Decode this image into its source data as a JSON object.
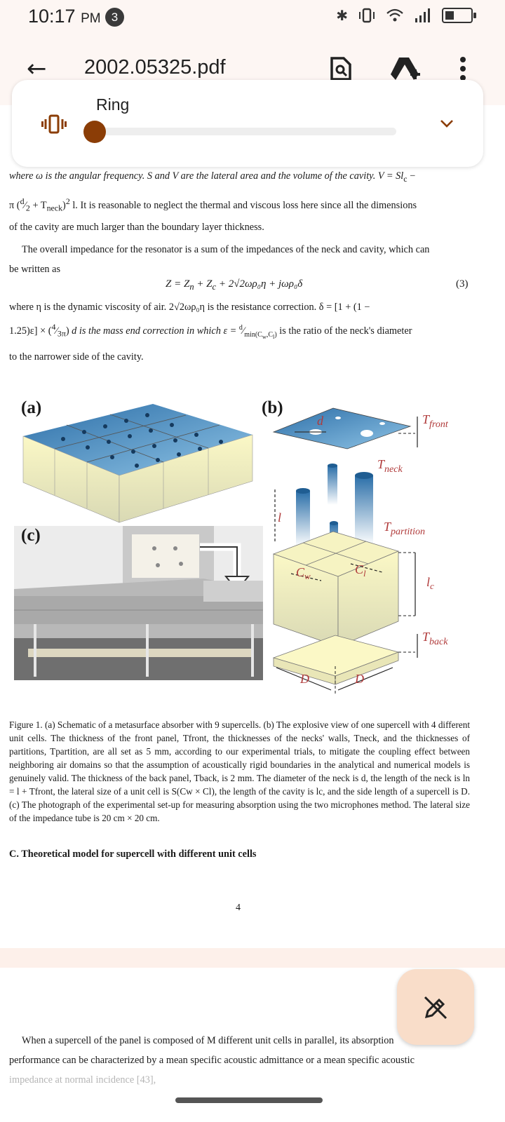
{
  "status_bar": {
    "time": "10:17",
    "ampm": "PM",
    "notification_count": "3",
    "icons": [
      "bluetooth-icon",
      "vibrate-icon",
      "wifi-icon",
      "signal-icon",
      "battery-icon"
    ]
  },
  "toolbar": {
    "file_name": "2002.05325.pdf",
    "icons": [
      "back-arrow-icon",
      "search-in-file-icon",
      "drive-add-icon",
      "more-vert-icon"
    ]
  },
  "ring_popup": {
    "title": "Ring",
    "volume_level": 0.0,
    "accent_color": "#8b3d06"
  },
  "document": {
    "para1_line1": "where ω is the angular frequency. S and V are the lateral area and the volume of the cavity. V = Sl",
    "para1_line1_sub": "c",
    "para1_line1_end": " −",
    "para1_line2_pre": "π",
    "para1_line2_frac_num": "d",
    "para1_line2_frac_den": "2",
    "para1_line2_term": "+ T",
    "para1_line2_term_sub": "neck",
    "para1_line2_sq": "2",
    "para1_line2_rest": " l. It is reasonable to neglect the thermal and viscous loss here since all the dimensions",
    "para1_line3": "of the cavity are much larger than the boundary layer thickness.",
    "para2_line1": "The overall impedance for the resonator is a sum of the impedances of the neck and cavity, which can",
    "para2_line2": "be written as",
    "equation": "Z = Z",
    "equation_sub_n": "n",
    "equation_mid": " + Z",
    "equation_sub_c": "c",
    "equation_rest": " + 2√2ωρ₀η + jωρ₀δ",
    "equation_number": "(3)",
    "para3_line1_a": "where η is the dynamic viscosity of air. 2√2ωρ₀η",
    "para3_line1_b": " is the resistance correction. δ = [1 + (1 −",
    "para3_line2_a": "1.25)ε] ×",
    "para3_line2_frac_num": "4",
    "para3_line2_frac_den": "3π",
    "para3_line2_b": " d is the mass end correction in which ε =",
    "para3_eps_num": "d",
    "para3_eps_den": "min(C",
    "para3_eps_den_w": "w",
    "para3_eps_den_mid": ",C",
    "para3_eps_den_l": "l",
    "para3_eps_den_end": ")",
    "para3_line2_c": " is the ratio of the neck's diameter",
    "para3_line3": "to the narrower side of the cavity."
  },
  "figure": {
    "panel_a": "(a)",
    "panel_b": "(b)",
    "panel_c": "(c)",
    "label_d": "d",
    "label_t_front": "T",
    "label_t_front_sub": "front",
    "label_t_neck": "T",
    "label_t_neck_sub": "neck",
    "label_t_partition": "T",
    "label_t_partition_sub": "partition",
    "label_l": "l",
    "label_cw": "C",
    "label_cw_sub": "w",
    "label_cl": "C",
    "label_cl_sub": "l",
    "label_lc": "l",
    "label_lc_sub": "c",
    "label_t_back": "T",
    "label_t_back_sub": "back",
    "label_D1": "D",
    "label_D2": "D",
    "cavity_color": "#f3f1b6",
    "panel_color": "#3c7fb5"
  },
  "caption": {
    "text": "Figure 1. (a) Schematic of a metasurface absorber with 9 supercells. (b) The explosive view of one supercell with 4 different unit cells. The thickness of the front panel, Tfront, the thicknesses of the necks' walls, Tneck, and the thicknesses of partitions, Tpartition, are all set as 5 mm, according to our experimental trials, to mitigate the coupling effect between neighboring air domains so that the assumption of acoustically rigid boundaries in the analytical and numerical models is genuinely valid. The thickness of the back panel, Tback, is 2 mm. The diameter of the neck is d, the length of the neck is ln = l + Tfront, the lateral size of a unit cell is S(Cw × Cl), the length of the cavity is lc, and the side length of a supercell is D. (c) The photograph of the experimental set-up for measuring absorption using the two microphones method. The lateral size of the impedance tube is 20 cm × 20 cm."
  },
  "section_heading": "C.   Theoretical model for supercell with different unit cells",
  "page_number": "4",
  "next_page": {
    "line1": "When a supercell of the panel is composed of M different unit cells in parallel, its absorption",
    "line2": "performance can be characterized by a mean specific acoustic admittance or a mean specific acoustic",
    "line3": "impedance at normal incidence [43],"
  },
  "fab": {
    "icon": "edit-off-icon"
  }
}
